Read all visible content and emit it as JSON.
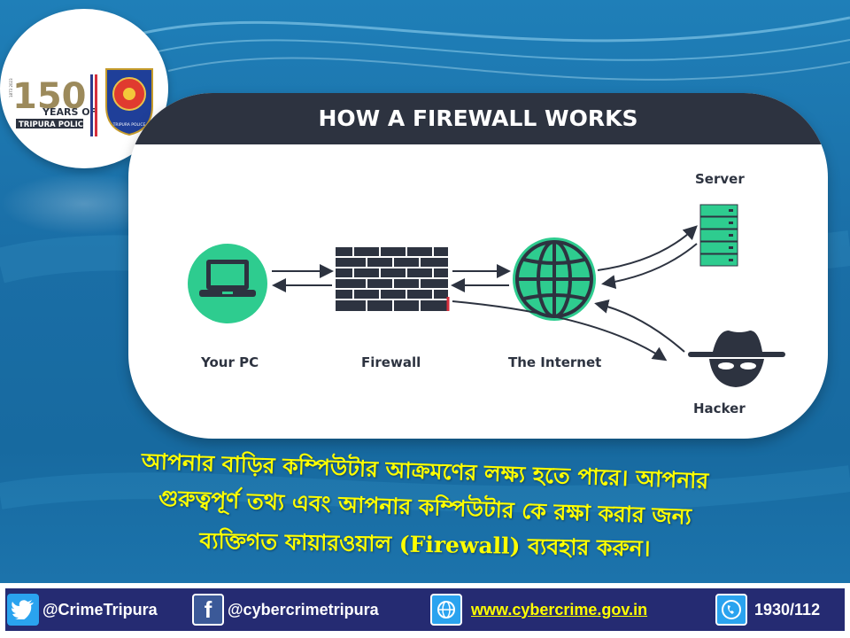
{
  "logo": {
    "number": "150",
    "years_text": "YEARS OF",
    "org_text": "TRIPURA POLICE",
    "year_range": "1873 2023",
    "emblem_text": "TRIPURA POLICE"
  },
  "diagram": {
    "title": "HOW A FIREWALL WORKS",
    "nodes": {
      "pc": "Your PC",
      "firewall": "Firewall",
      "internet": "The Internet",
      "server": "Server",
      "hacker": "Hacker"
    },
    "colors": {
      "accent": "#2ecc8f",
      "dark": "#2d3340",
      "block": "#d62f3c"
    }
  },
  "message": {
    "line1": "আপনার বাড়ির কম্পিউটার আক্রমণের লক্ষ্য হতে পারে। আপনার",
    "line2": "গুরুত্বপূর্ণ তথ্য এবং আপনার কম্পিউটার কে রক্ষা  করার জন্য",
    "line3": "ব্যক্তিগত ফায়ারওয়াল (Firewall) ব্যবহার  করুন।"
  },
  "footer": {
    "twitter": "@CrimeTripura",
    "facebook": "@cybercrimetripura",
    "website": "www.cybercrime.gov.in",
    "helpline": "1930/112"
  }
}
